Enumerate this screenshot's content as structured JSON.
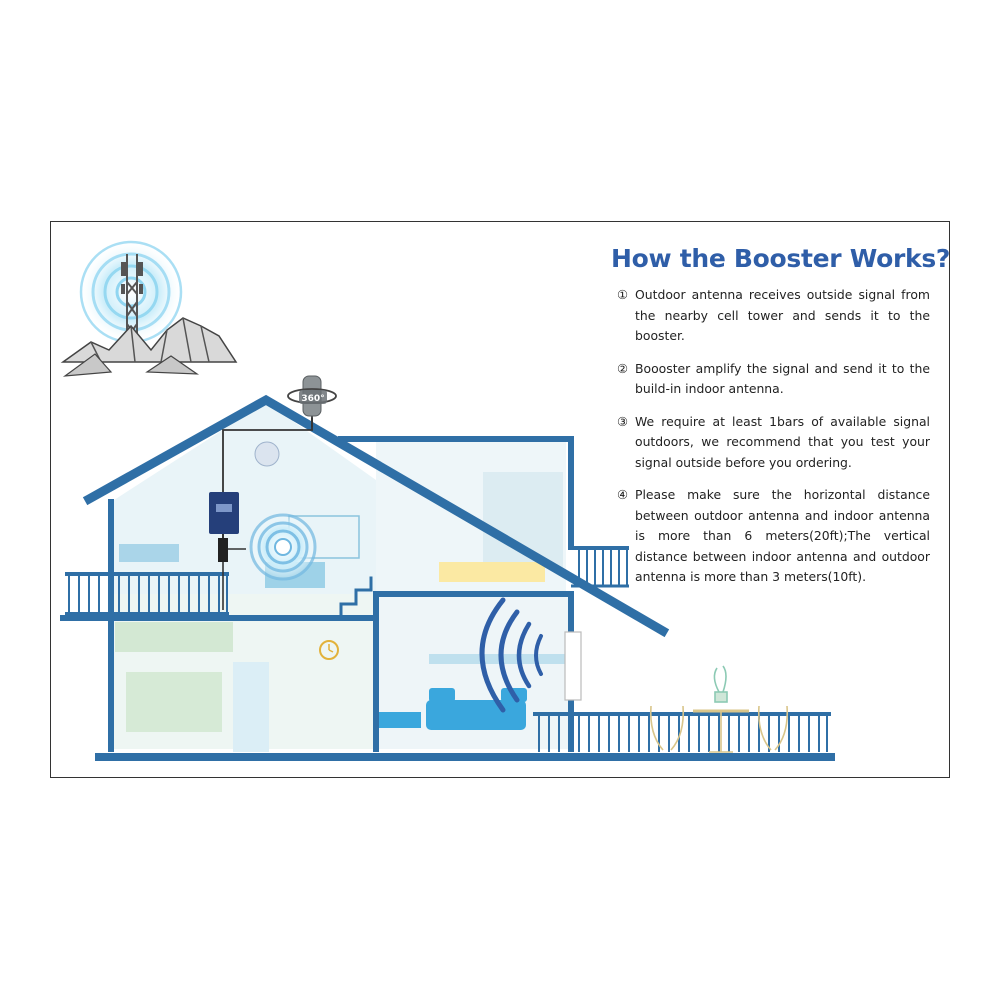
{
  "title": "How the Booster Works?",
  "steps": [
    {
      "num": "①",
      "text": "Outdoor antenna receives outside signal from the nearby cell tower and sends it to the booster."
    },
    {
      "num": "②",
      "text": "Boooster amplify the signal and send it to the build-in indoor antenna."
    },
    {
      "num": "③",
      "text": "We require at least 1bars of available signal outdoors, we recommend that you test your signal outside before you ordering."
    },
    {
      "num": "④",
      "text": "Please make sure the horizontal distance between outdoor antenna and indoor antenna is more than 6 meters(20ft);The vertical distance between indoor antenna and outdoor antenna is more than 3 meters(10ft)."
    }
  ],
  "outdoor_antenna_badge": "360°",
  "colors": {
    "house_line": "#2f6fa6",
    "title": "#2f5ea8",
    "light_blue": "#5cc1ea",
    "interior": "#e7f3f8"
  },
  "icons": [
    "cell-tower-icon",
    "mountain-icon",
    "outdoor-antenna-icon",
    "booster-unit-icon",
    "indoor-antenna-icon",
    "signal-wave-icon"
  ]
}
